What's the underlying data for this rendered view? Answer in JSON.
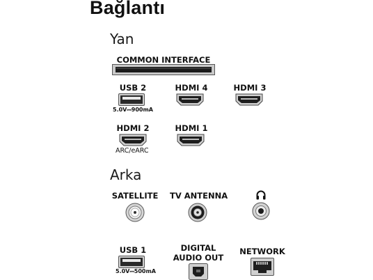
{
  "page": {
    "title": "Bağlantı",
    "sections": {
      "side": "Yan",
      "back": "Arka"
    }
  },
  "side_ports": {
    "common_interface": {
      "label": "COMMON INTERFACE",
      "icon": "ci-slot-icon"
    },
    "usb2": {
      "label": "USB 2",
      "spec": "5.0V⎓900mA",
      "icon": "usb-port-icon"
    },
    "hdmi4": {
      "label": "HDMI 4",
      "icon": "hdmi-port-icon"
    },
    "hdmi3": {
      "label": "HDMI 3",
      "icon": "hdmi-port-icon"
    },
    "hdmi2": {
      "label": "HDMI 2",
      "sub": "ARC/eARC",
      "icon": "hdmi-port-icon"
    },
    "hdmi1": {
      "label": "HDMI 1",
      "icon": "hdmi-port-icon"
    }
  },
  "back_ports": {
    "satellite": {
      "label": "SATELLITE",
      "icon": "satellite-connector-icon"
    },
    "tv_antenna": {
      "label": "TV ANTENNA",
      "icon": "antenna-connector-icon"
    },
    "headphone": {
      "label": "",
      "icon": "headphone-icon"
    },
    "usb1": {
      "label": "USB 1",
      "spec": "5.0V⎓500mA",
      "icon": "usb-port-icon"
    },
    "digital_audio_out": {
      "label_line1": "DIGITAL",
      "label_line2": "AUDIO OUT",
      "icon": "optical-port-icon"
    },
    "network": {
      "label": "NETWORK",
      "icon": "ethernet-port-icon"
    }
  }
}
